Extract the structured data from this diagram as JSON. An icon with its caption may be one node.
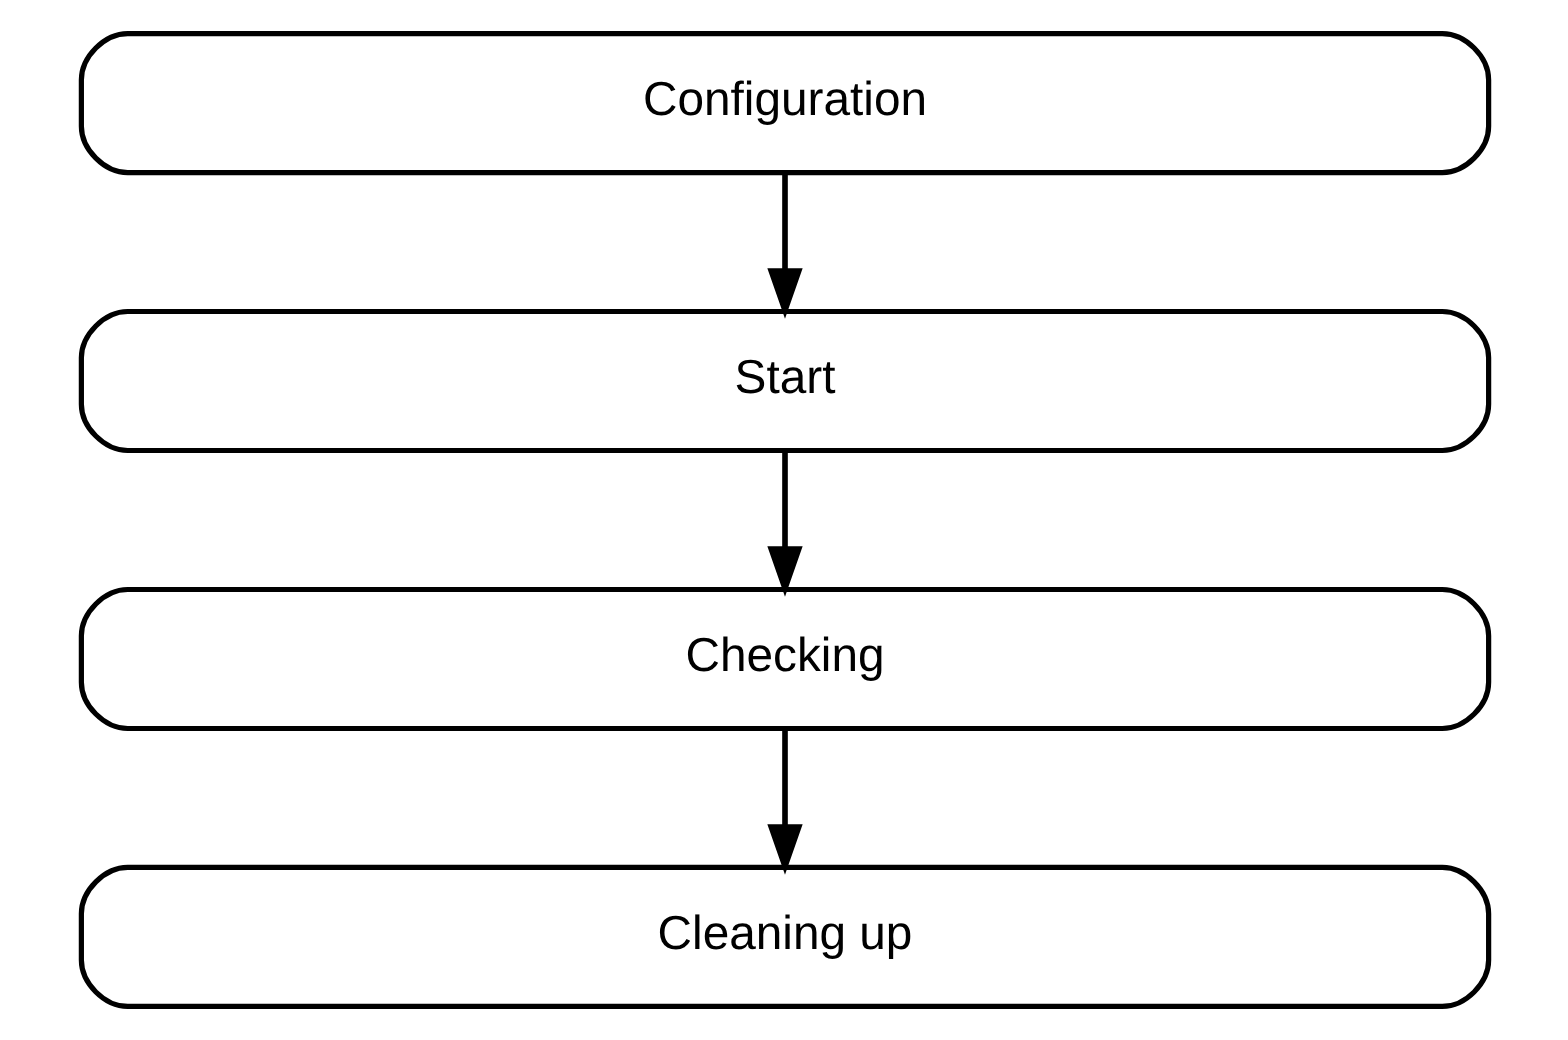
{
  "diagram": {
    "nodes": [
      {
        "text": [
          "Configuration"
        ]
      },
      {
        "text": [
          "Start"
        ]
      },
      {
        "text": [
          "Checking"
        ]
      },
      {
        "text": [
          "Cleaning up"
        ]
      }
    ],
    "edges": [
      {
        "from": 0,
        "to": 1,
        "arrow": "to"
      },
      {
        "from": 1,
        "to": 2,
        "arrow": "to"
      },
      {
        "from": 2,
        "to": 3,
        "arrow": "to"
      }
    ]
  }
}
